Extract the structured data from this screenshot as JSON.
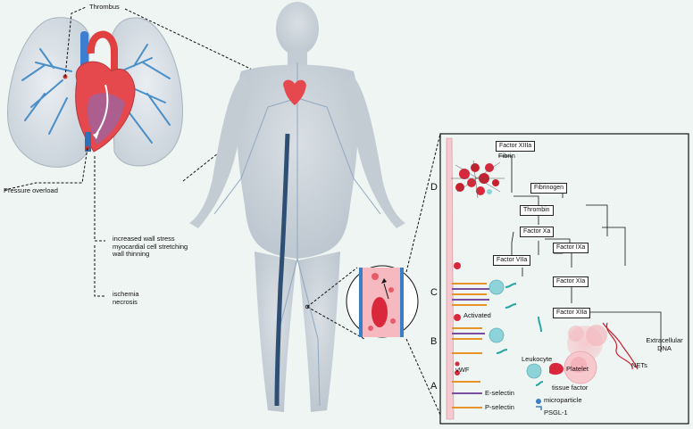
{
  "lung_labels": {
    "thrombus": "Thrombus",
    "pressure_overload": "Pressure overload"
  },
  "consequences": {
    "group1": [
      "increased wall stress",
      "myocardial cell stretching",
      "wall thinning"
    ],
    "group2": [
      "ischemia",
      "necrosis"
    ]
  },
  "cascade": {
    "factor_xiiia": "Factor XIIIa",
    "fibrin": "Fibrin",
    "fibrinogen": "Fibrinogen",
    "thrombin": "Thrombin",
    "factor_xa": "Factor Xa",
    "factor_ixa": "Factor IXa",
    "factor_viia": "Factor VIIa",
    "factor_xia": "Factor XIa",
    "factor_xiia": "Factor XIIa"
  },
  "stages": [
    "D",
    "C",
    "B",
    "A"
  ],
  "legend": {
    "activated": "Activated",
    "vwf": "vWF",
    "e_selectin": "E-selectin",
    "p_selectin": "P-selectin",
    "leukocyte": "Leukocyte",
    "platelet": "Platelet",
    "tissue_factor": "tissue factor",
    "microparticle": "microparticle",
    "psgl1": "PSGL-1",
    "extracellular_dna": "Extracellular DNA",
    "nets": "NETs"
  },
  "colors": {
    "background": "#eef5f2",
    "vessel_wall": "#f4c9cf",
    "platelet": "#d9283c",
    "leukocyte": "#8fd3da",
    "tissue_factor": "#2aa6a6",
    "e_selectin": "#7a4fa0",
    "vwf": "#e8932a",
    "vein": "#2e4f73"
  }
}
